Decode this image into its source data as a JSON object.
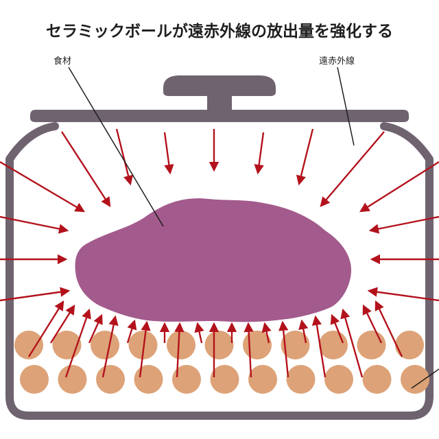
{
  "title": "セラミックボールが遠赤外線の放出量を強化する",
  "labels": {
    "food": "食材",
    "far_infrared": "遠赤外線"
  },
  "colors": {
    "pot_outline": "#6f6370",
    "food": "#a35a8c",
    "ceramic_ball": "#dda277",
    "arrow": "#b3121c",
    "background": "#ffffff"
  },
  "counts": {
    "ceramic_ball_rows": 2,
    "ceramic_balls_per_row": 11
  }
}
